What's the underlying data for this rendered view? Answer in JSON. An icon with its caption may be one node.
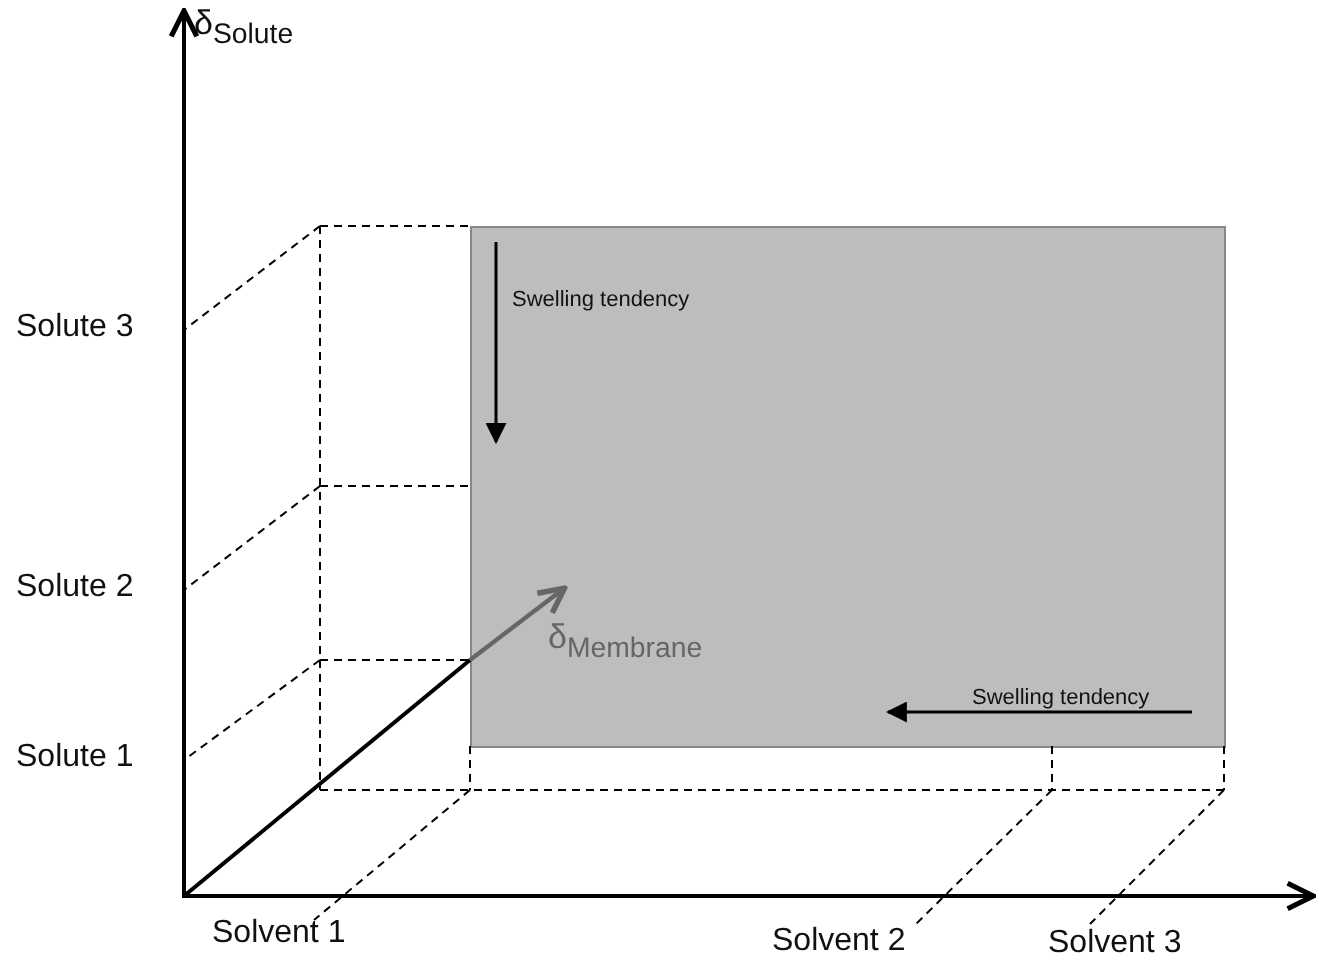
{
  "diagram": {
    "nodes": [
      {
        "text": [
          "Swelling tendency",
          "Swelling tendency"
        ]
      }
    ],
    "labels": [
      "δ$_{Solute}$",
      "Solute 3",
      "Solute 2",
      "δ$_{Membrane}$",
      "Solute 1",
      "Solvent 1",
      "Solvent 2",
      "Solvent 3"
    ]
  }
}
